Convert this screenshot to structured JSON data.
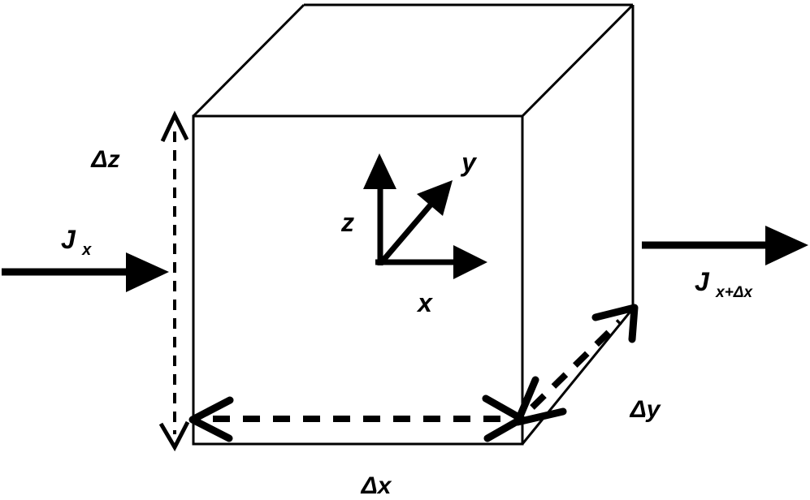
{
  "diagram": {
    "kind": "control-volume-flux-diagram",
    "colors": {
      "ink": "#000000",
      "background": "#ffffff"
    },
    "labels": {
      "dim_z": "Δz",
      "dim_x": "Δx",
      "dim_y": "Δy",
      "axis_x": "x",
      "axis_y": "y",
      "axis_z": "z",
      "flux_in": {
        "main": "J",
        "sub": "x"
      },
      "flux_out": {
        "main": "J",
        "sub": "x+Δx"
      }
    }
  }
}
